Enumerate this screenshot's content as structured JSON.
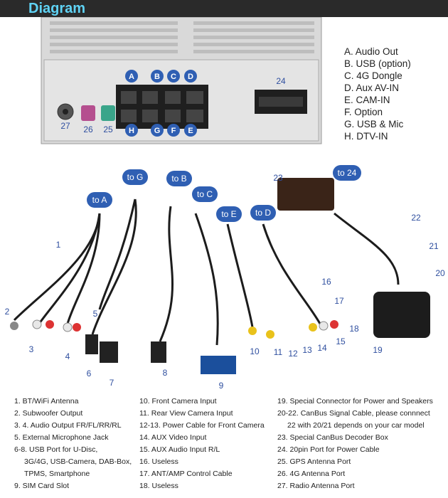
{
  "header": {
    "title": "Diagram"
  },
  "legend": [
    "A. Audio Out",
    "B. USB (option)",
    "C. 4G Dongle",
    "D. Aux AV-IN",
    "E. CAM-IN",
    "F. Option",
    "G. USB & Mic",
    "H. DTV-IN"
  ],
  "panel": {
    "port_letters": [
      "A",
      "B",
      "C",
      "D",
      "H",
      "G",
      "F",
      "E"
    ],
    "port_24": "24",
    "port_27": "27",
    "port_26": "26",
    "port_25": "25"
  },
  "cables": {
    "tags": [
      "to G",
      "to B",
      "to C",
      "to E",
      "to D",
      "to A",
      "to 24"
    ],
    "numbers": [
      "1",
      "2",
      "3",
      "4",
      "5",
      "6",
      "7",
      "8",
      "9",
      "10",
      "11",
      "12",
      "13",
      "14",
      "15",
      "16",
      "17",
      "18",
      "19",
      "20",
      "21",
      "22",
      "23"
    ]
  },
  "notes": {
    "col1": [
      "1. BT/WiFi Antenna",
      "2. Subwoofer Output",
      "3. 4. Audio Output FR/FL/RR/RL",
      "5. External Microphone Jack",
      "6-8. USB Port for U-Disc,",
      "3G/4G, USB-Camera, DAB-Box,",
      "TPMS, Smartphone",
      "9. SIM Card Slot"
    ],
    "col2": [
      "10. Front Camera Input",
      "11. Rear View Camera Input",
      "12-13. Power Cable for Front Camera",
      "14. AUX Video Input",
      "15. AUX Audio Input R/L",
      "16. Useless",
      "17. ANT/AMP Control Cable",
      "18. Useless"
    ],
    "col3": [
      "19. Special Connector for Power and Speakers",
      "20-22. CanBus Signal Cable, please connnect",
      "22 with 20/21 depends on your car model",
      "23. Special CanBus Decoder Box",
      "24. 20pin Port for Power Cable",
      "25. GPS Antenna Port",
      "26. 4G Antenna Port",
      "27. Radio Antenna Port"
    ]
  },
  "colors": {
    "header_bg": "#2a2a2a",
    "title": "#5fd3f5",
    "badge": "#2f5fb3",
    "number": "#2f4f9f"
  }
}
